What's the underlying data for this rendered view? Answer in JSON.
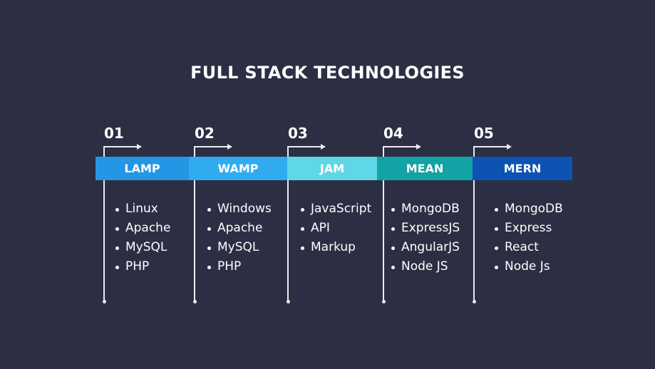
{
  "title": "FULL STACK TECHNOLOGIES",
  "stacks": [
    {
      "number": "01",
      "name": "LAMP",
      "color": "#2496e6",
      "items": [
        "Linux",
        "Apache",
        "MySQL",
        "PHP"
      ]
    },
    {
      "number": "02",
      "name": "WAMP",
      "color": "#30abef",
      "items": [
        "Windows",
        "Apache",
        "MySQL",
        "PHP"
      ]
    },
    {
      "number": "03",
      "name": "JAM",
      "color": "#5fd7e6",
      "items": [
        "JavaScript",
        "API",
        "Markup"
      ]
    },
    {
      "number": "04",
      "name": "MEAN",
      "color": "#13a3a5",
      "items": [
        "MongoDB",
        "ExpressJS",
        "AngularJS",
        "Node JS"
      ]
    },
    {
      "number": "05",
      "name": "MERN",
      "color": "#0c53b3",
      "items": [
        "MongoDB",
        "Express",
        "React",
        "Node Js"
      ]
    }
  ]
}
